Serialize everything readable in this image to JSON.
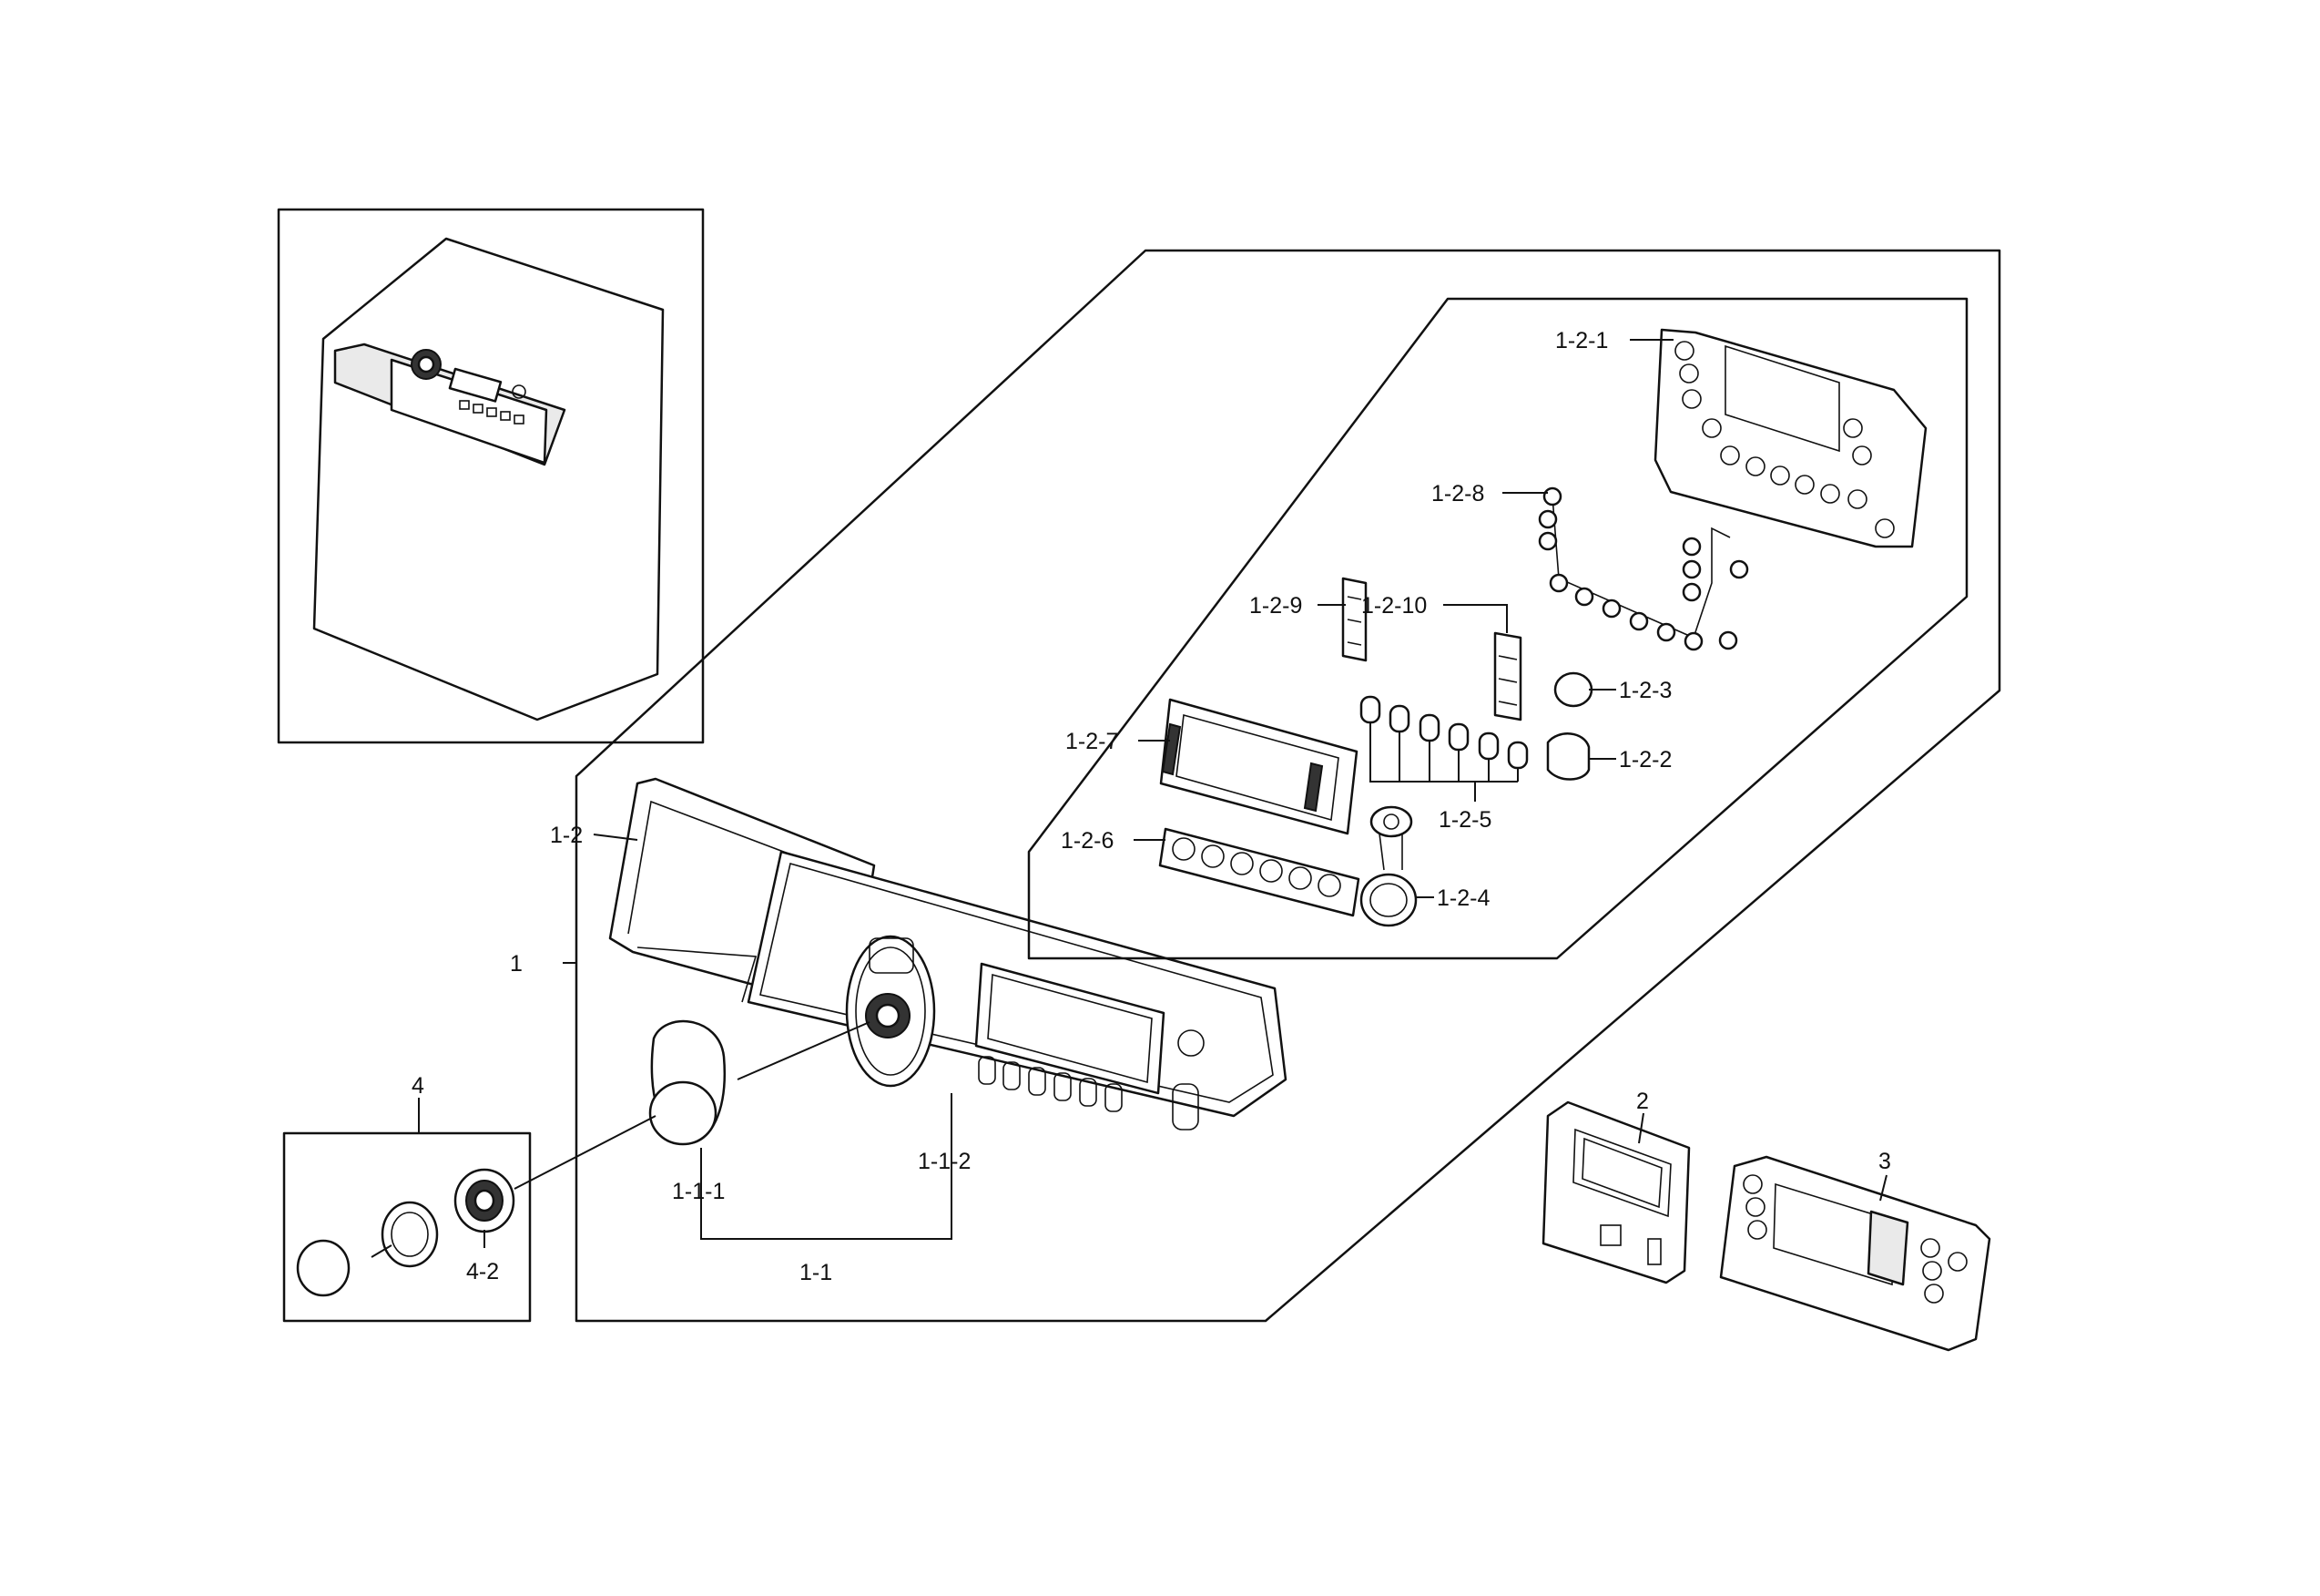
{
  "labels": {
    "p1": "1",
    "p1_1": "1-1",
    "p1_1_1": "1-1-1",
    "p1_1_2": "1-1-2",
    "p1_2": "1-2",
    "p1_2_1": "1-2-1",
    "p1_2_2": "1-2-2",
    "p1_2_3": "1-2-3",
    "p1_2_4": "1-2-4",
    "p1_2_5": "1-2-5",
    "p1_2_6": "1-2-6",
    "p1_2_7": "1-2-7",
    "p1_2_8": "1-2-8",
    "p1_2_9": "1-2-9",
    "p1_2_10": "1-2-10",
    "p2": "2",
    "p3": "3",
    "p4": "4",
    "p4_2": "4-2"
  }
}
